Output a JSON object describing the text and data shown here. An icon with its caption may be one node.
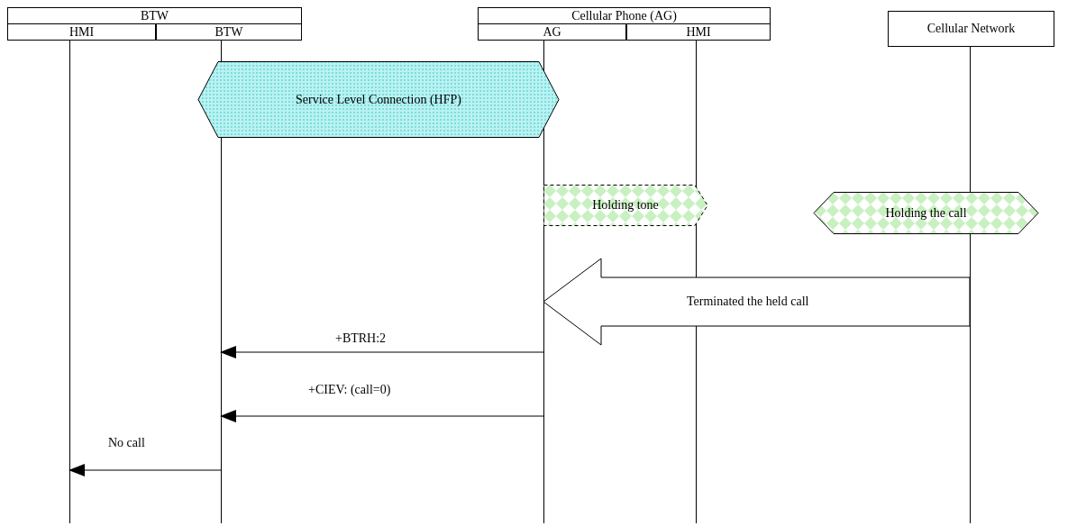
{
  "diagram": {
    "nodes": [
      {
        "text": [
          "BTW"
        ]
      },
      {
        "text": [
          "HMI"
        ]
      },
      {
        "text": [
          "BTW"
        ]
      },
      {
        "text": [
          "Cellular Phone (AG)"
        ]
      },
      {
        "text": [
          "AG"
        ]
      },
      {
        "text": [
          "HMI"
        ]
      },
      {
        "text": [
          "Cellular Network"
        ]
      },
      {
        "text": [
          "Service Level Connection (HFP)"
        ]
      },
      {
        "text": [
          "Holding tone"
        ]
      },
      {
        "text": [
          "Holding the call"
        ]
      }
    ],
    "edges": [
      {
        "from": 6,
        "to": 4,
        "arrow": "to",
        "label": "Terminated the held call",
        "style": "thick"
      },
      {
        "from": 4,
        "to": 2,
        "arrow": "to",
        "label": "+BTRH:2"
      },
      {
        "from": 4,
        "to": 2,
        "arrow": "to",
        "label": "+CIEV: (call=0)"
      },
      {
        "from": 2,
        "to": 1,
        "arrow": "to",
        "label": "No call"
      }
    ]
  }
}
